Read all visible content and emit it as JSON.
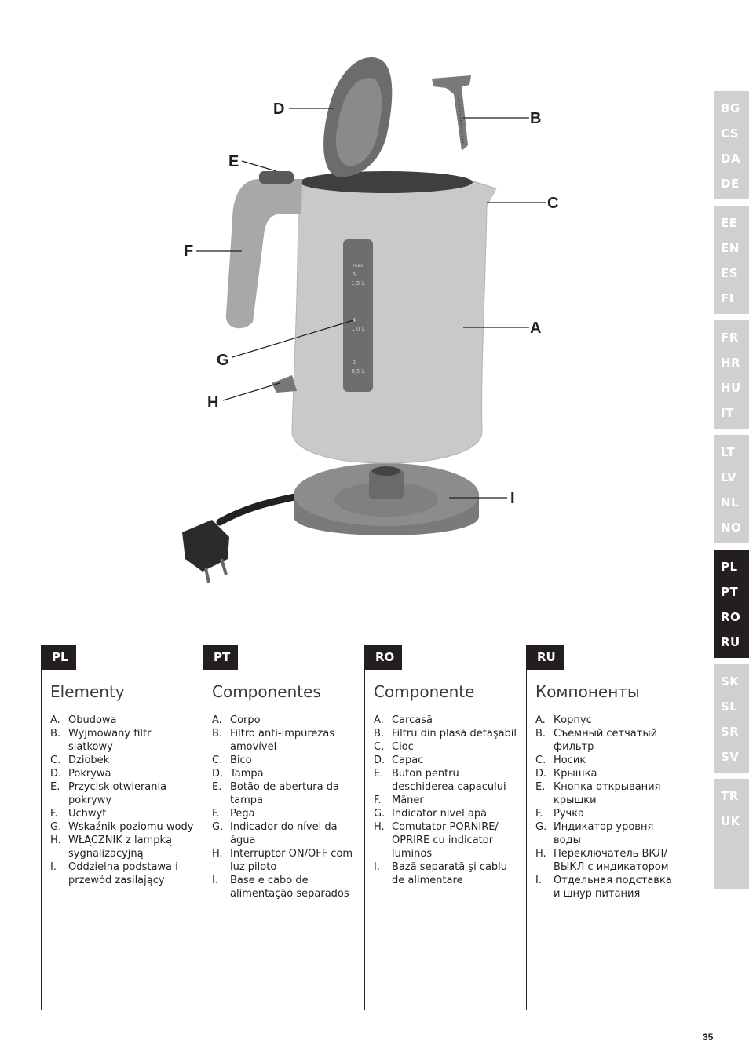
{
  "sidebar": {
    "groups": [
      {
        "items": [
          "BG",
          "CS",
          "DA",
          "DE"
        ],
        "active": false
      },
      {
        "items": [
          "EE",
          "EN",
          "ES",
          "FI"
        ],
        "active": false
      },
      {
        "items": [
          "FR",
          "HR",
          "HU",
          "IT"
        ],
        "active": false
      },
      {
        "items": [
          "LT",
          "LV",
          "NL",
          "NO"
        ],
        "active": false
      },
      {
        "items": [
          "PL",
          "PT",
          "RO",
          "RU"
        ],
        "active": true
      },
      {
        "items": [
          "SK",
          "SL",
          "SR",
          "SV"
        ],
        "active": false
      },
      {
        "items": [
          "TR",
          "UK"
        ],
        "active": false
      }
    ]
  },
  "illustration": {
    "callouts": [
      "A",
      "B",
      "C",
      "D",
      "E",
      "F",
      "G",
      "H",
      "I"
    ],
    "gauge": {
      "top": "max",
      "l1": "6",
      "l1v": "1,5 L",
      "l2": "4",
      "l2v": "1,0 L",
      "l3": "2",
      "l3v": "0,5 L"
    }
  },
  "columns": [
    {
      "tag": "PL",
      "title": "Elementy",
      "items": [
        {
          "letter": "A.",
          "text": "Obudowa"
        },
        {
          "letter": "B.",
          "text": "Wyjmowany filtr siatkowy"
        },
        {
          "letter": "C.",
          "text": "Dziobek"
        },
        {
          "letter": "D.",
          "text": "Pokrywa"
        },
        {
          "letter": "E.",
          "text": "Przycisk otwierania pokrywy"
        },
        {
          "letter": "F.",
          "text": "Uchwyt"
        },
        {
          "letter": "G.",
          "text": "Wskaźnik poziomu wody"
        },
        {
          "letter": "H.",
          "text": "WŁĄCZNIK z lampką sygnalizacyjną"
        },
        {
          "letter": "I.",
          "text": "Oddzielna podstawa i przewód zasilający"
        }
      ]
    },
    {
      "tag": "PT",
      "title": "Componentes",
      "items": [
        {
          "letter": "A.",
          "text": "Corpo"
        },
        {
          "letter": "B.",
          "text": "Filtro anti-impurezas amovível"
        },
        {
          "letter": "C.",
          "text": "Bico"
        },
        {
          "letter": "D.",
          "text": "Tampa"
        },
        {
          "letter": "E.",
          "text": "Botão de abertura da tampa"
        },
        {
          "letter": "F.",
          "text": "Pega"
        },
        {
          "letter": "G.",
          "text": "Indicador do nível da água"
        },
        {
          "letter": "H.",
          "text": "Interruptor ON/OFF com luz piloto"
        },
        {
          "letter": "I.",
          "text": "Base e cabo de alimentação separados"
        }
      ]
    },
    {
      "tag": "RO",
      "title": "Componente",
      "items": [
        {
          "letter": "A.",
          "text": "Carcasă"
        },
        {
          "letter": "B.",
          "text": "Filtru din plasă detaşabil"
        },
        {
          "letter": "C.",
          "text": "Cioc"
        },
        {
          "letter": "D.",
          "text": "Capac"
        },
        {
          "letter": "E.",
          "text": "Buton pentru deschiderea capacului"
        },
        {
          "letter": "F.",
          "text": "Mâner"
        },
        {
          "letter": "G.",
          "text": "Indicator nivel apă"
        },
        {
          "letter": "H.",
          "text": "Comutator PORNIRE/ OPRIRE cu indicator luminos"
        },
        {
          "letter": "I.",
          "text": "Bază separată şi cablu de alimentare"
        }
      ]
    },
    {
      "tag": "RU",
      "title": "Компоненты",
      "items": [
        {
          "letter": "A.",
          "text": "Корпус"
        },
        {
          "letter": "B.",
          "text": "Съемный сетчатый фильтр"
        },
        {
          "letter": "C.",
          "text": "Носик"
        },
        {
          "letter": "D.",
          "text": "Крышка"
        },
        {
          "letter": "E.",
          "text": "Кнопка открывания крышки"
        },
        {
          "letter": "F.",
          "text": "Ручка"
        },
        {
          "letter": "G.",
          "text": "Индикатор уровня воды"
        },
        {
          "letter": "H.",
          "text": "Переключатель ВКЛ/ ВЫКЛ с индикатором"
        },
        {
          "letter": "I.",
          "text": "Отдельная подставка и шнур питания"
        }
      ]
    }
  ],
  "page_number": "35"
}
